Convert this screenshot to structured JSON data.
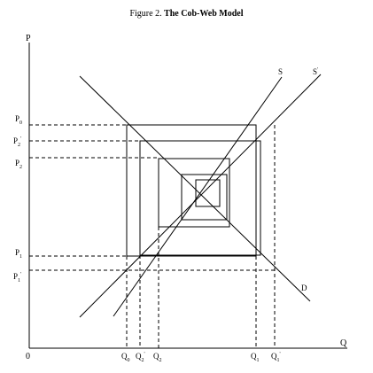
{
  "caption": {
    "prefix": "Figure 2.",
    "title": "The Cob-Web Model"
  },
  "axes": {
    "y_label": "P",
    "x_label": "Q",
    "origin": "0"
  },
  "curves": {
    "supply": "S",
    "supply_shifted": "S",
    "supply_shifted_prime": "'",
    "demand": "D"
  },
  "price_labels": [
    {
      "base": "P",
      "sub": "0",
      "sup": ""
    },
    {
      "base": "P",
      "sub": "2",
      "sup": "'"
    },
    {
      "base": "P",
      "sub": "2",
      "sup": ""
    },
    {
      "base": "P",
      "sub": "1",
      "sup": ""
    },
    {
      "base": "P",
      "sub": "1",
      "sup": "'"
    }
  ],
  "quantity_labels": [
    {
      "base": "Q",
      "sub": "0",
      "sup": ""
    },
    {
      "base": "Q",
      "sub": "2",
      "sup": "'"
    },
    {
      "base": "Q",
      "sub": "2",
      "sup": ""
    },
    {
      "base": "Q",
      "sub": "1",
      "sup": ""
    },
    {
      "base": "Q",
      "sub": "1",
      "sup": "'"
    }
  ]
}
